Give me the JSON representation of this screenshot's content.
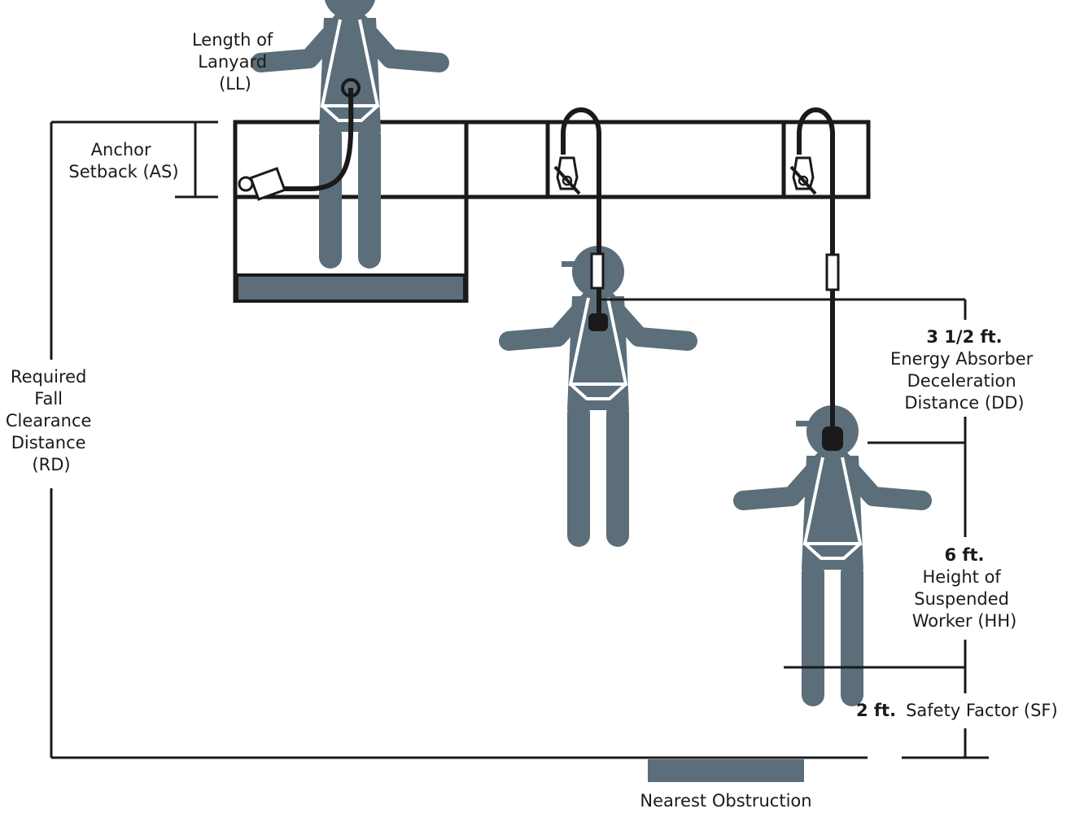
{
  "labels": {
    "ll": [
      "Length of",
      "Lanyard",
      "(LL)"
    ],
    "as": [
      "Anchor",
      "Setback (AS)"
    ],
    "rd": [
      "Required",
      "Fall",
      "Clearance",
      "Distance",
      "(RD)"
    ],
    "dd": {
      "value": "3 1/2 ft.",
      "lines": [
        "Energy Absorber",
        "Deceleration",
        "Distance (DD)"
      ]
    },
    "hh": {
      "value": "6 ft.",
      "lines": [
        "Height of",
        "Suspended",
        "Worker (HH)"
      ]
    },
    "sf": {
      "value": "2 ft.",
      "text": "Safety Factor (SF)"
    },
    "obstruction": "Nearest Obstruction"
  },
  "colors": {
    "figure": "#5b6e7a",
    "line": "#1a1a1a"
  }
}
